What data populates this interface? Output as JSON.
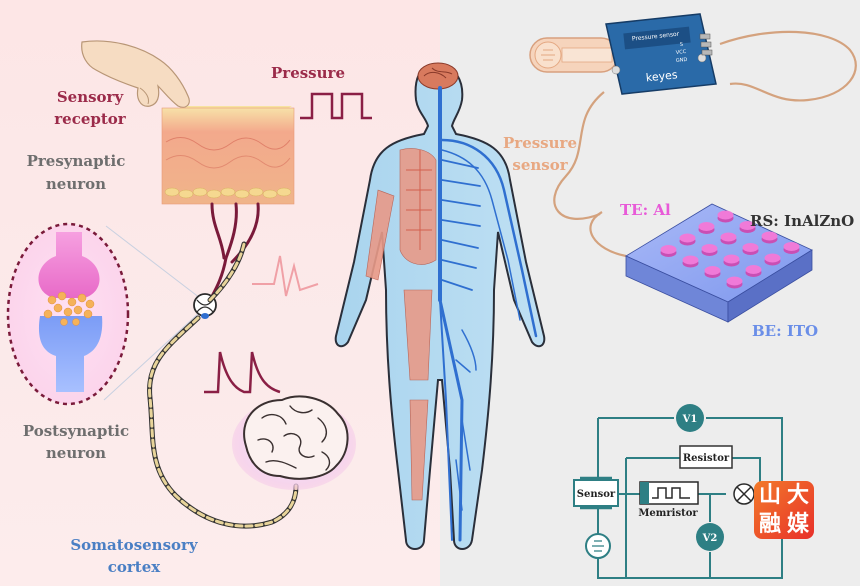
{
  "labels": {
    "sensory_receptor_1": "Sensory",
    "sensory_receptor_2": "receptor",
    "pressure": "Pressure",
    "presynaptic_1": "Presynaptic",
    "presynaptic_2": "neuron",
    "postsynaptic_1": "Postsynaptic",
    "postsynaptic_2": "neuron",
    "somatosensory_1": "Somatosensory",
    "somatosensory_2": "cortex",
    "pressure_sensor_1": "Pressure",
    "pressure_sensor_2": "sensor",
    "te": "TE: Al",
    "rs": "RS: InAlZnO",
    "be": "BE: ITO"
  },
  "module": {
    "chip_label": "Pressure sensor",
    "brand": "keyes",
    "pins": [
      "S",
      "VCC",
      "GND"
    ]
  },
  "circuit": {
    "v1": "V1",
    "v2": "V2",
    "resistor": "Resistor",
    "sensor": "Sensor",
    "memristor": "Memristor"
  },
  "watermark": {
    "chars": [
      "山",
      "大",
      "融",
      "媒"
    ]
  },
  "colors": {
    "maroon": "#9b2b4a",
    "nerve_blue": "#2f6fd0",
    "pad_pink": "#f07ad8",
    "substrate_blue": "#8fa8f0",
    "circuit_teal": "#2e7f84"
  }
}
